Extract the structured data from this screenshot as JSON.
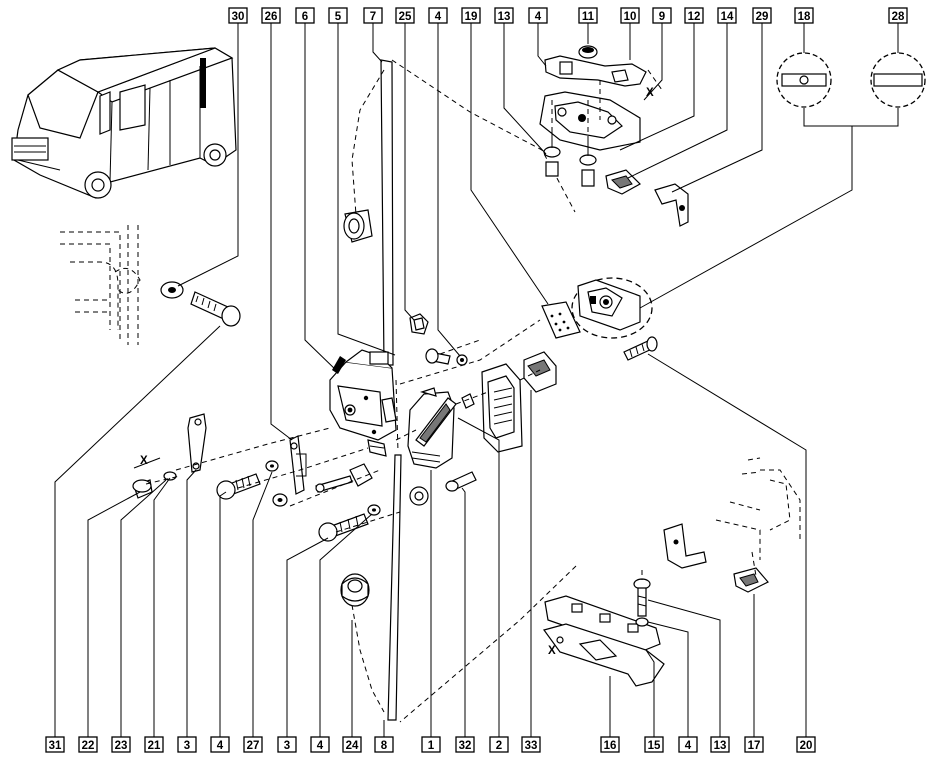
{
  "callouts_top": [
    "30",
    "26",
    "6",
    "5",
    "7",
    "25",
    "4",
    "19",
    "13",
    "4",
    "11",
    "10",
    "9",
    "12",
    "14",
    "29",
    "18",
    "28"
  ],
  "callouts_bottom": [
    "31",
    "22",
    "23",
    "21",
    "3",
    "4",
    "27",
    "3",
    "4",
    "24",
    "8",
    "1",
    "32",
    "2",
    "33",
    "16",
    "15",
    "4",
    "13",
    "17",
    "20"
  ],
  "detail_marks": [
    "X",
    "X",
    "X"
  ],
  "detail_18_symbol": "⊖",
  "icons": [
    "van-illustration",
    "door-lock-mechanism",
    "bolt",
    "washer",
    "striker-plate",
    "rod"
  ]
}
